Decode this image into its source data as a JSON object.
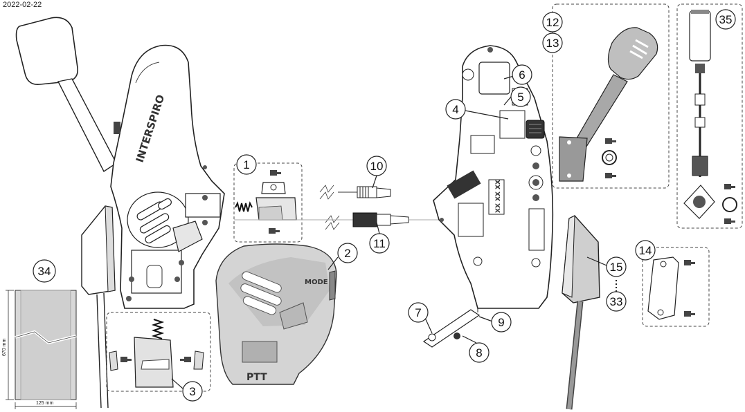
{
  "date": "2022-02-22",
  "brand_text": "INTERSPIRO",
  "mode_label": "MODE",
  "ptt_label": "PTT",
  "serial_label": "XX XX XX",
  "dimensions": {
    "height": "670 mm",
    "width": "125 mm"
  },
  "callouts": [
    "1",
    "2",
    "3",
    "4",
    "5",
    "6",
    "7",
    "8",
    "9",
    "10",
    "11",
    "12",
    "13",
    "14",
    "15",
    "33",
    "34",
    "35"
  ]
}
